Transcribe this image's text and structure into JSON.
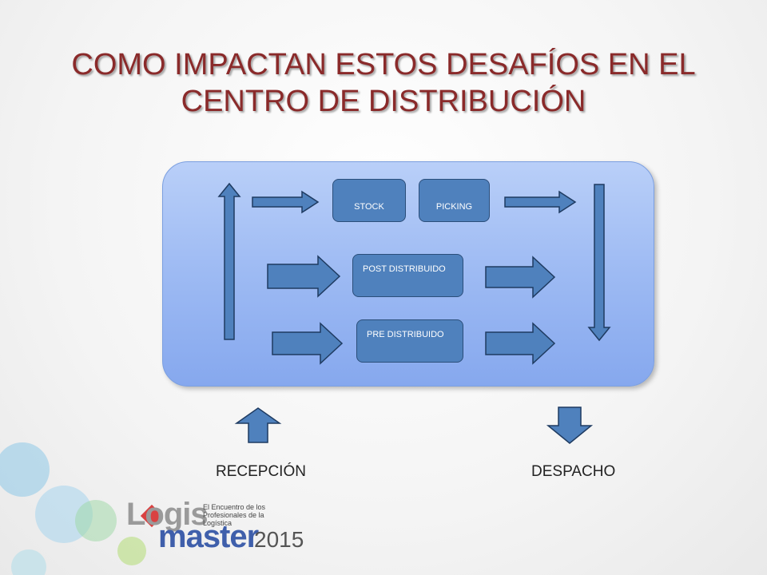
{
  "title": "COMO IMPACTAN ESTOS DESAFÍOS EN EL CENTRO DE DISTRIBUCIÓN",
  "boxes": {
    "stock": "STOCK",
    "picking": "PICKING",
    "post": "POST DISTRIBUIDO",
    "pre": "PRE DISTRIBUIDO"
  },
  "labels": {
    "reception": "RECEPCIÓN",
    "dispatch": "DESPACHO"
  },
  "logo": {
    "word1": "Logis",
    "word2": "master",
    "year": "2015",
    "tagline": "El Encuentro de los Profesionales de la Logística"
  },
  "colors": {
    "title": "#8a2a2a",
    "arrow_fill": "#4f81bd",
    "arrow_stroke": "#1f3b61",
    "panel": "#9dbaf3"
  }
}
